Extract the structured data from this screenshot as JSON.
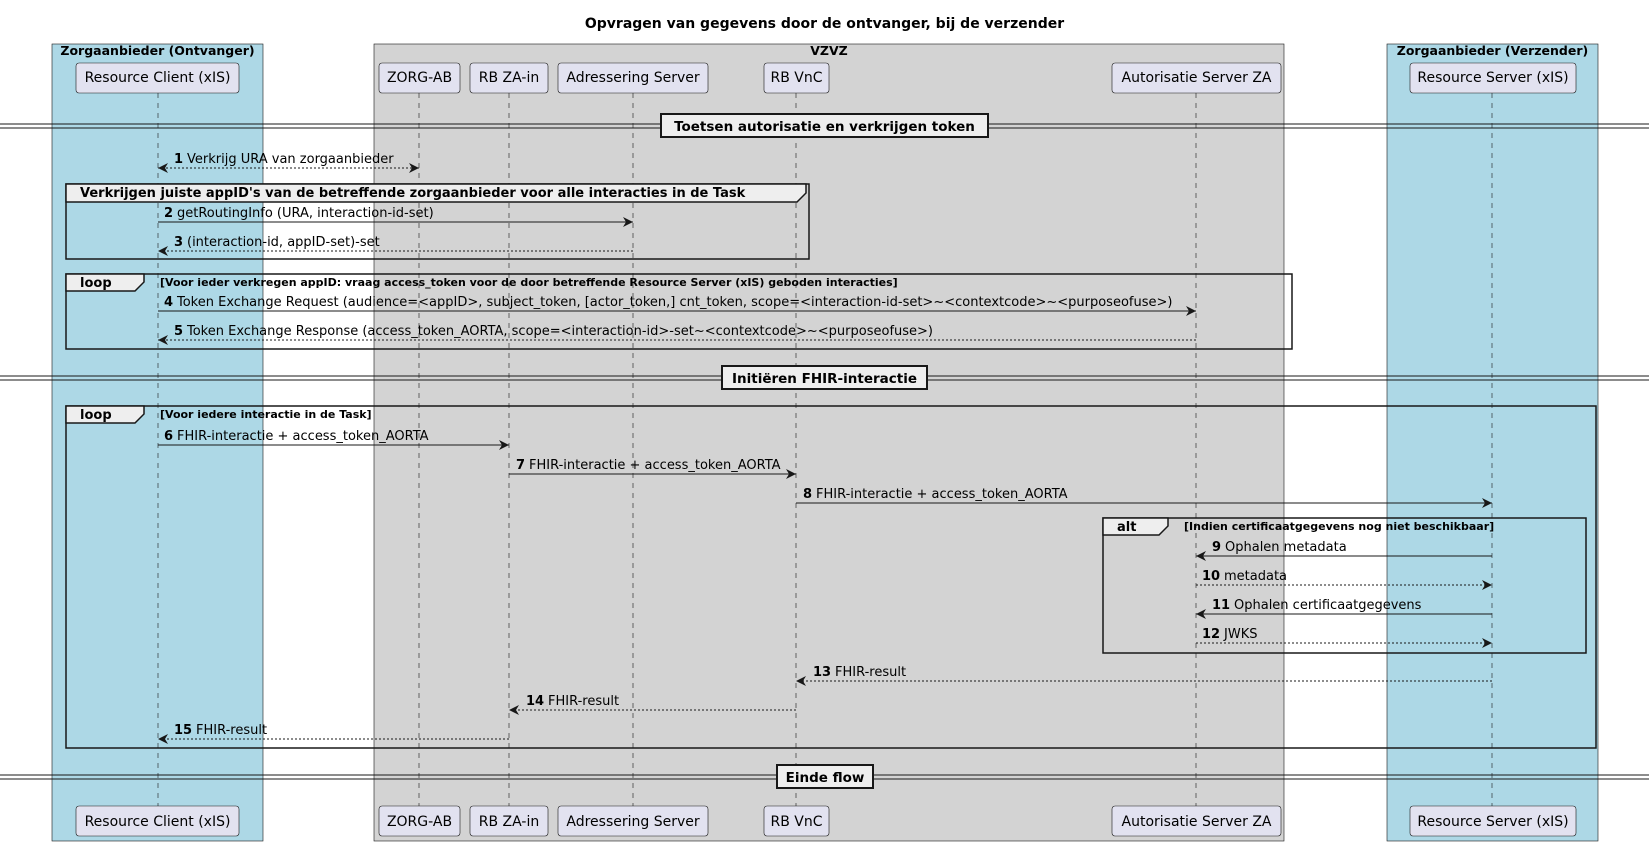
{
  "title": "Opvragen van gegevens door de ontvanger, bij de verzender",
  "boxes": [
    {
      "id": "ontvanger",
      "label": "Zorgaanbieder (Ontvanger)",
      "color": "#add8e6"
    },
    {
      "id": "vzvz",
      "label": "VZVZ",
      "color": "#d3d3d3"
    },
    {
      "id": "verzender",
      "label": "Zorgaanbieder (Verzender)",
      "color": "#add8e6"
    }
  ],
  "participants": [
    {
      "id": "rc",
      "label": "Resource Client (xIS)",
      "box": "ontvanger"
    },
    {
      "id": "zab",
      "label": "ZORG-AB",
      "box": "vzvz"
    },
    {
      "id": "rbza",
      "label": "RB ZA-in",
      "box": "vzvz"
    },
    {
      "id": "adr",
      "label": "Adressering Server",
      "box": "vzvz"
    },
    {
      "id": "rbvnc",
      "label": "RB VnC",
      "box": "vzvz"
    },
    {
      "id": "auth",
      "label": "Autorisatie Server ZA",
      "box": "vzvz"
    },
    {
      "id": "rs",
      "label": "Resource Server (xIS)",
      "box": "verzender"
    }
  ],
  "colors": {
    "participant_fill": "#e2e2f0",
    "participant_border": "#181818",
    "frame_header_fill": "#eeeeee",
    "line": "#181818"
  },
  "dividers": [
    {
      "label": "Toetsen autorisatie en verkrijgen token"
    },
    {
      "label": "Initiëren FHIR-interactie"
    },
    {
      "label": "Einde flow"
    }
  ],
  "frames": [
    {
      "kind": "group",
      "keyword": "Verkrijgen juiste appID's van de betreffende zorgaanbieder voor alle interacties in de Task",
      "condition": ""
    },
    {
      "kind": "loop",
      "keyword": "loop",
      "condition": "[Voor ieder verkregen appID: vraag access_token voor de door betreffende Resource Server (xIS) geboden interacties]"
    },
    {
      "kind": "loop",
      "keyword": "loop",
      "condition": "[Voor iedere interactie in de Task]"
    },
    {
      "kind": "alt",
      "keyword": "alt",
      "condition": "[Indien certificaatgegevens nog niet beschikbaar]"
    }
  ],
  "messages": [
    {
      "num": "1",
      "text": "Verkrijg URA van zorgaanbieder",
      "from": "rc",
      "to": "zab",
      "style": "dashed",
      "bidir": true
    },
    {
      "num": "2",
      "text": "getRoutingInfo (URA, interaction-id-set)",
      "from": "rc",
      "to": "adr",
      "style": "solid"
    },
    {
      "num": "3",
      "text": "(interaction-id, appID-set)-set",
      "from": "adr",
      "to": "rc",
      "style": "dashed"
    },
    {
      "num": "4",
      "text": "Token Exchange Request (audience=<appID>, subject_token, [actor_token,] cnt_token, scope=<interaction-id-set>~<contextcode>~<purposeofuse>)",
      "from": "rc",
      "to": "auth",
      "style": "solid"
    },
    {
      "num": "5",
      "text": "Token Exchange Response (access_token_AORTA, scope=<interaction-id>-set~<contextcode>~<purposeofuse>)",
      "from": "auth",
      "to": "rc",
      "style": "dashed"
    },
    {
      "num": "6",
      "text": "FHIR-interactie + access_token_AORTA",
      "from": "rc",
      "to": "rbza",
      "style": "solid"
    },
    {
      "num": "7",
      "text": "FHIR-interactie + access_token_AORTA",
      "from": "rbza",
      "to": "rbvnc",
      "style": "solid"
    },
    {
      "num": "8",
      "text": "FHIR-interactie + access_token_AORTA",
      "from": "rbvnc",
      "to": "rs",
      "style": "solid"
    },
    {
      "num": "9",
      "text": "Ophalen metadata",
      "from": "rs",
      "to": "auth",
      "style": "solid"
    },
    {
      "num": "10",
      "text": "metadata",
      "from": "auth",
      "to": "rs",
      "style": "dashed"
    },
    {
      "num": "11",
      "text": "Ophalen certificaatgegevens",
      "from": "rs",
      "to": "auth",
      "style": "solid"
    },
    {
      "num": "12",
      "text": "JWKS",
      "from": "auth",
      "to": "rs",
      "style": "dashed"
    },
    {
      "num": "13",
      "text": "FHIR-result",
      "from": "rs",
      "to": "rbvnc",
      "style": "dashed"
    },
    {
      "num": "14",
      "text": "FHIR-result",
      "from": "rbvnc",
      "to": "rbza",
      "style": "dashed"
    },
    {
      "num": "15",
      "text": "FHIR-result",
      "from": "rbza",
      "to": "rc",
      "style": "dashed"
    }
  ]
}
